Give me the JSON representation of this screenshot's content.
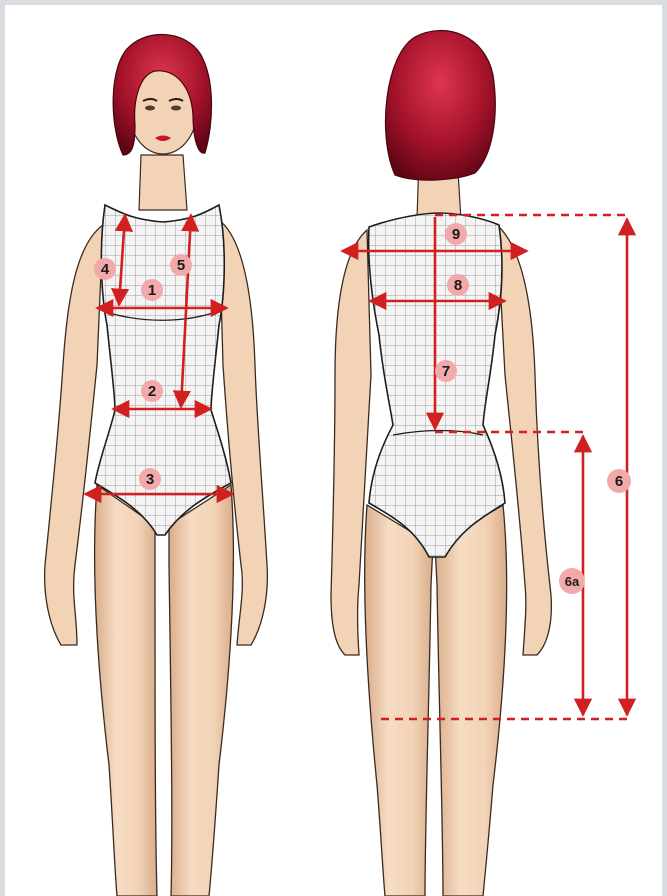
{
  "figure": {
    "subject": "body measurement diagram",
    "views": [
      "front",
      "back"
    ]
  },
  "colors": {
    "frame": "#d9dde2",
    "background": "#ffffff",
    "measure_line": "#d21f1f",
    "badge_fill": "#f2a9a9",
    "skin": "#f2d3b6",
    "skin_shadow": "#d9ad8a",
    "bodysuit": "#f4f4f4",
    "grid": "#1e1e1e",
    "hair": "#a3122a"
  },
  "front_labels": {
    "m1": "1",
    "m2": "2",
    "m3": "3",
    "m4": "4",
    "m5": "5"
  },
  "back_labels": {
    "m6": "6",
    "m6a": "6a",
    "m7": "7",
    "m8": "8",
    "m9": "9"
  }
}
